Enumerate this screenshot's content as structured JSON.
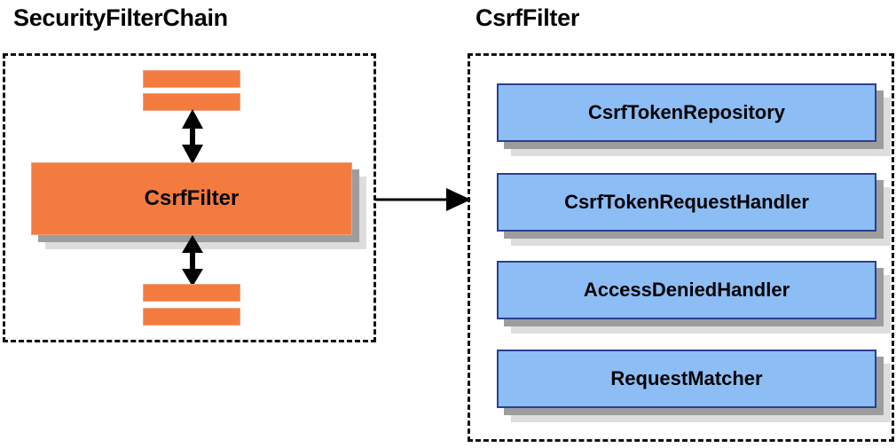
{
  "diagram": {
    "title_left": "SecurityFilterChain",
    "title_right": "CsrfFilter",
    "colors": {
      "orange_fill": "#f47b3f",
      "orange_border": "#f0a07a",
      "blue_fill": "#8cbdf5",
      "blue_border": "#2a3f8f",
      "shadow_dark": "#9d9d9d",
      "shadow_light": "#dddddd",
      "outline": "#111111",
      "text": "#000000"
    }
  },
  "left_panel": {
    "title": "SecurityFilterChain",
    "main_filter_label": "CsrfFilter",
    "filters_above": [
      "",
      ""
    ],
    "filters_below": [
      "",
      ""
    ]
  },
  "right_panel": {
    "title": "CsrfFilter",
    "collaborators": [
      {
        "label": "CsrfTokenRepository"
      },
      {
        "label": "CsrfTokenRequestHandler"
      },
      {
        "label": "AccessDeniedHandler"
      },
      {
        "label": "RequestMatcher"
      }
    ]
  },
  "connectors": {
    "up_arrow_name": "double-arrow-up",
    "down_arrow_name": "double-arrow-down",
    "cross_panel_arrow_name": "arrow-right"
  }
}
